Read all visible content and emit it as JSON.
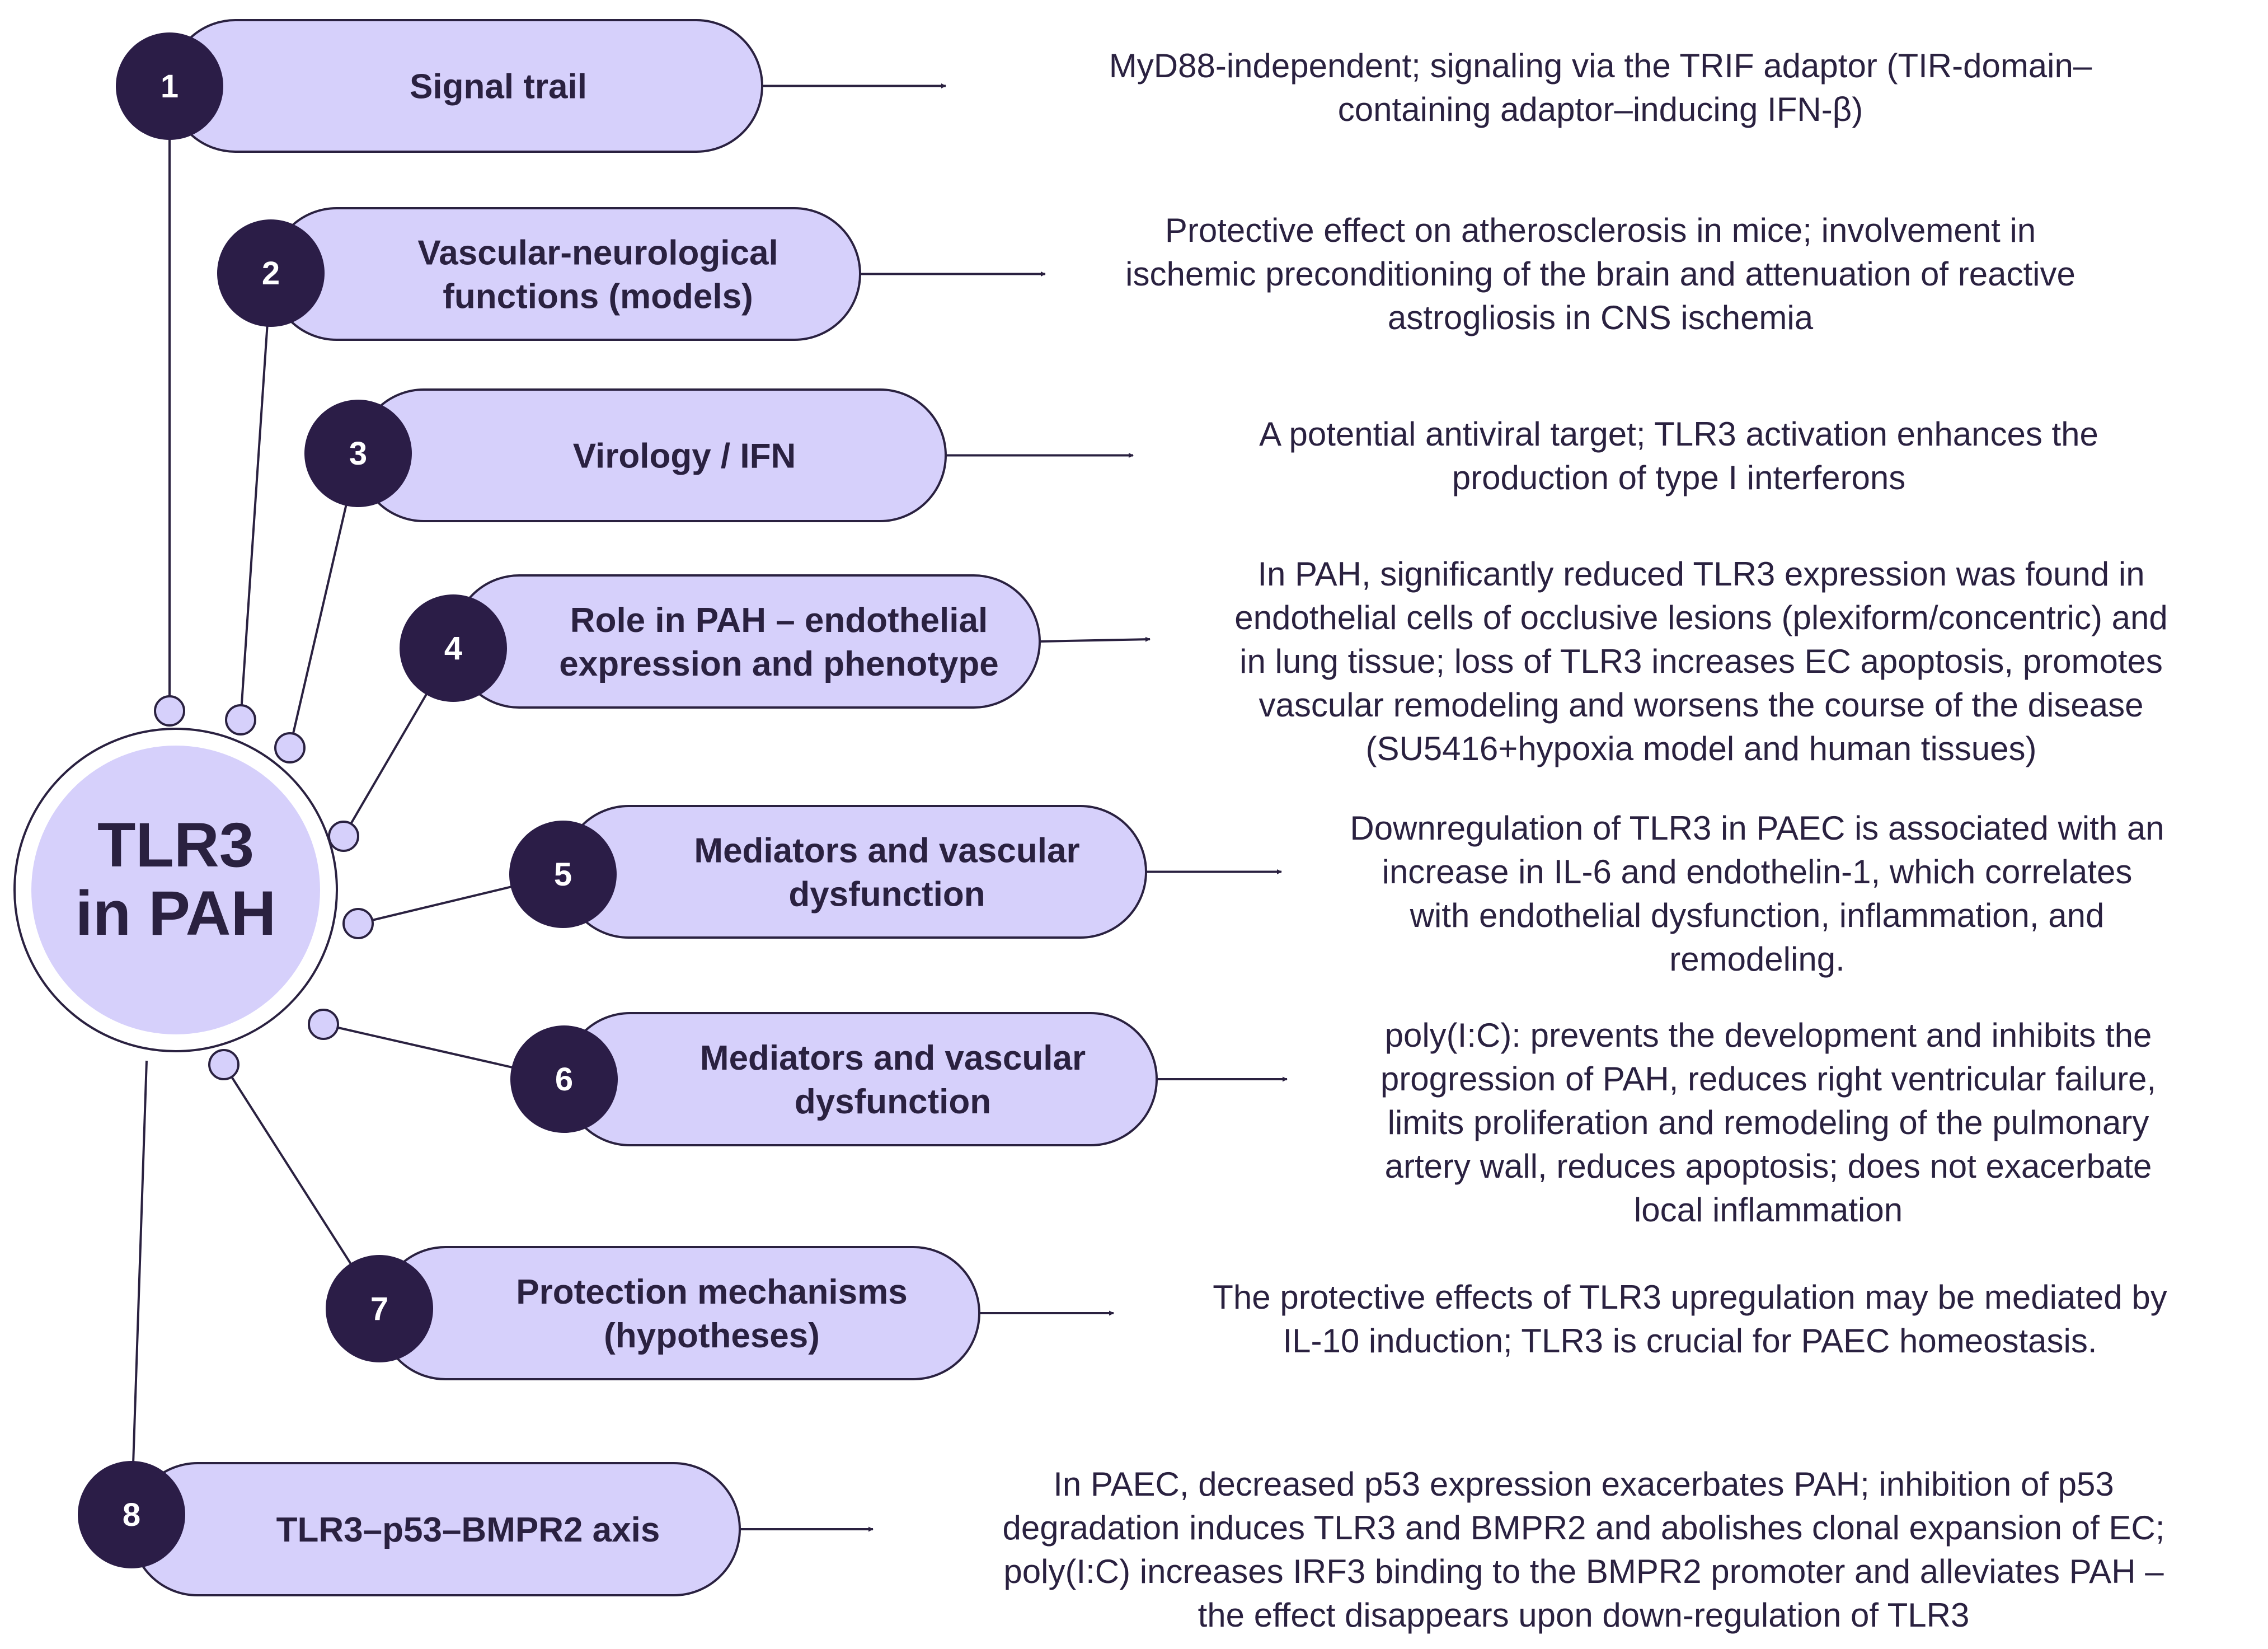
{
  "center": {
    "title_lines": [
      "TLR3",
      "in PAH"
    ]
  },
  "nodes": [
    {
      "number": "1",
      "label_lines": [
        "Signal trail"
      ],
      "description_lines": [
        "MyD88-independent; signaling via the TRIF adaptor (TIR-domain–",
        "containing adaptor–inducing IFN-β)"
      ]
    },
    {
      "number": "2",
      "label_lines": [
        "Vascular-neurological",
        "functions (models)"
      ],
      "description_lines": [
        "Protective effect on atherosclerosis in mice; involvement in",
        "ischemic preconditioning of the brain and attenuation of reactive",
        "astrogliosis in CNS ischemia"
      ]
    },
    {
      "number": "3",
      "label_lines": [
        "Virology / IFN"
      ],
      "description_lines": [
        "A potential antiviral target; TLR3 activation enhances the",
        "production of type I interferons"
      ]
    },
    {
      "number": "4",
      "label_lines": [
        "Role in PAH – endothelial",
        "expression and phenotype"
      ],
      "description_lines": [
        "In PAH, significantly reduced TLR3 expression was found in",
        "endothelial cells of occlusive lesions (plexiform/concentric) and",
        "in lung tissue; loss of TLR3 increases EC apoptosis, promotes",
        "vascular remodeling and worsens the course of the disease",
        "(SU5416+hypoxia model and human tissues)"
      ]
    },
    {
      "number": "5",
      "label_lines": [
        "Mediators and vascular",
        "dysfunction"
      ],
      "description_lines": [
        "Downregulation of TLR3 in PAEC is associated with an",
        "increase in IL-6 and endothelin-1, which correlates",
        "with endothelial dysfunction, inflammation, and",
        "remodeling."
      ]
    },
    {
      "number": "6",
      "label_lines": [
        "Mediators and vascular",
        "dysfunction"
      ],
      "description_lines": [
        "poly(I:C): prevents the development and inhibits the",
        "progression of PAH, reduces right ventricular failure,",
        "limits proliferation and remodeling of the pulmonary",
        "artery wall, reduces apoptosis; does not exacerbate",
        "local inflammation"
      ]
    },
    {
      "number": "7",
      "label_lines": [
        "Protection mechanisms",
        "(hypotheses)"
      ],
      "description_lines": [
        "The protective effects of TLR3 upregulation may be mediated by",
        "IL-10 induction; TLR3 is crucial for PAEC homeostasis."
      ]
    },
    {
      "number": "8",
      "label_lines": [
        "TLR3–p53–BMPR2 axis"
      ],
      "description_lines": [
        "In PAEC, decreased p53 expression exacerbates PAH; inhibition of p53",
        "degradation induces TLR3 and BMPR2 and abolishes clonal expansion of EC;",
        "poly(I:C) increases IRF3 binding to the BMPR2 promoter and alleviates PAH –",
        "the effect disappears upon down-regulation of TLR3"
      ]
    }
  ],
  "colors": {
    "pill_fill": "#d6d0fb",
    "number_circle": "#2b1d47",
    "hub_fill": "#d6d0fb",
    "outline": "#2a2140",
    "text": "#2a2140",
    "background": "#ffffff"
  }
}
